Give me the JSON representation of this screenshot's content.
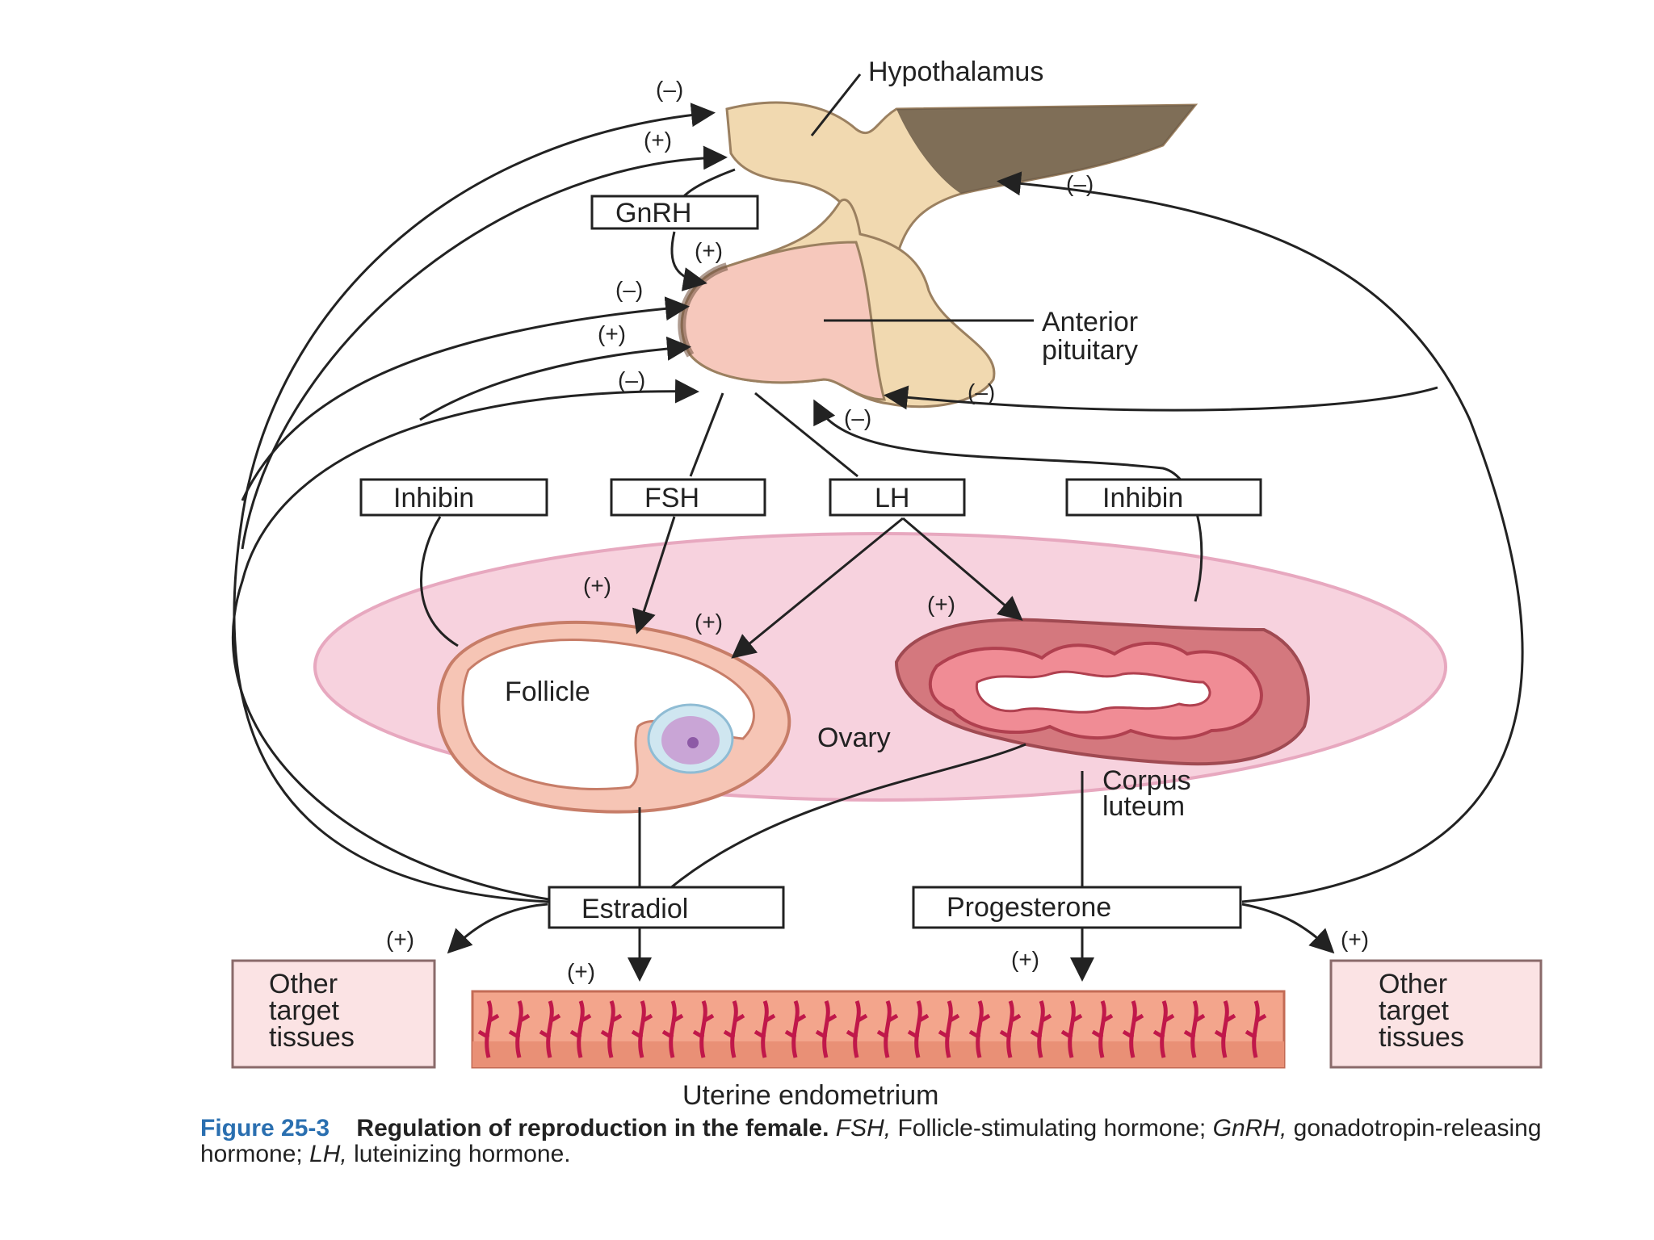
{
  "labels": {
    "hypothalamus": "Hypothalamus",
    "anterior_pituitary_line1": "Anterior",
    "anterior_pituitary_line2": "pituitary",
    "gnrh": "GnRH",
    "inhibin_left": "Inhibin",
    "fsh": "FSH",
    "lh": "LH",
    "inhibin_right": "Inhibin",
    "follicle": "Follicle",
    "ovary": "Ovary",
    "corpus_luteum_line1": "Corpus",
    "corpus_luteum_line2": "luteum",
    "estradiol": "Estradiol",
    "progesterone": "Progesterone",
    "other_target_line1": "Other",
    "other_target_line2": "target",
    "other_target_line3": "tissues",
    "uterine_endometrium": "Uterine endometrium"
  },
  "signs": {
    "minus": "(–)",
    "plus": "(+)"
  },
  "caption": {
    "figure_number": "Figure 25-3",
    "title": "Regulation of reproduction in the female.",
    "abbr_fsh": "FSH,",
    "def_fsh": " Follicle-stimulating hormone; ",
    "abbr_gnrh": "GnRH,",
    "def_gnrh": " gonadotropin-releasing hormone; ",
    "abbr_lh": "LH,",
    "def_lh": " luteinizing hormone."
  },
  "colors": {
    "hypothalamus_fill": "#f1d9b0",
    "pituitary_fill": "#f6c8bc",
    "ovary_fill": "#f7d2de",
    "tissue_box_fill": "#fbe3e4",
    "endometrium_fill": "#f3a58c",
    "vessel": "#c0184a",
    "caption_accent": "#2a6fb0"
  }
}
